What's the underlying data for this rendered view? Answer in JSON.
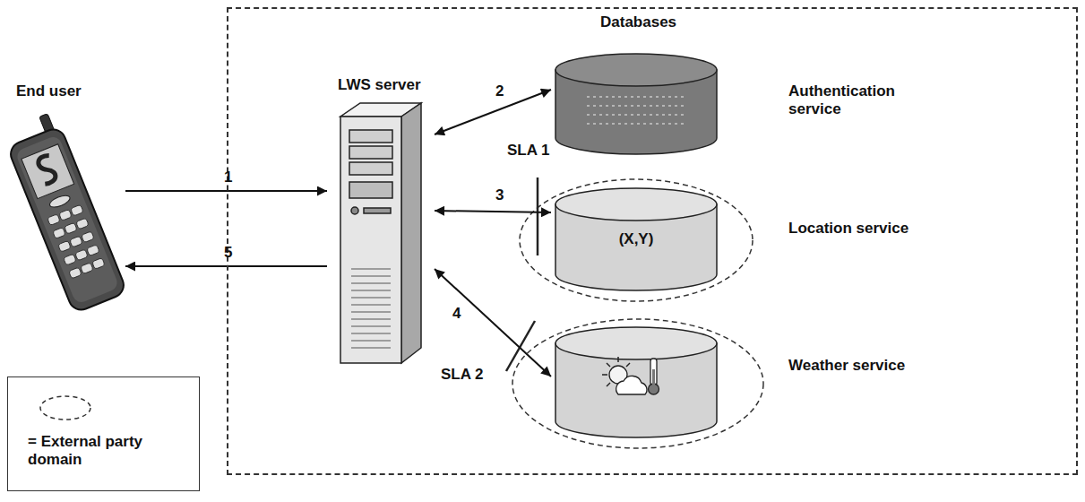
{
  "diagram": {
    "nodes": [
      {
        "text": [
          "End user"
        ]
      },
      {
        "text": [
          "Databases"
        ]
      },
      {
        "text": [
          "LWS server"
        ],
        "in": 1
      },
      {
        "text": [
          "Authentication service"
        ],
        "in": 1
      },
      {
        "text": [
          "(X,Y)",
          "Location service"
        ],
        "in": 1
      },
      {
        "text": [
          "Weather service"
        ],
        "in": 1
      }
    ],
    "edges": [
      {
        "from": 0,
        "to": 2,
        "arrow": "to",
        "label": "1"
      },
      {
        "from": 2,
        "to": 3,
        "arrow": "both",
        "label": "2"
      },
      {
        "from": 2,
        "to": 4,
        "arrow": "both",
        "label": "3"
      },
      {
        "from": 2,
        "to": 5,
        "arrow": "both",
        "label": "4"
      },
      {
        "from": 2,
        "to": 0,
        "arrow": "to",
        "label": "5"
      }
    ],
    "labels": [
      "SLA 1",
      "SLA 2"
    ],
    "legend": [
      {
        "text": "= External party domain"
      }
    ]
  }
}
